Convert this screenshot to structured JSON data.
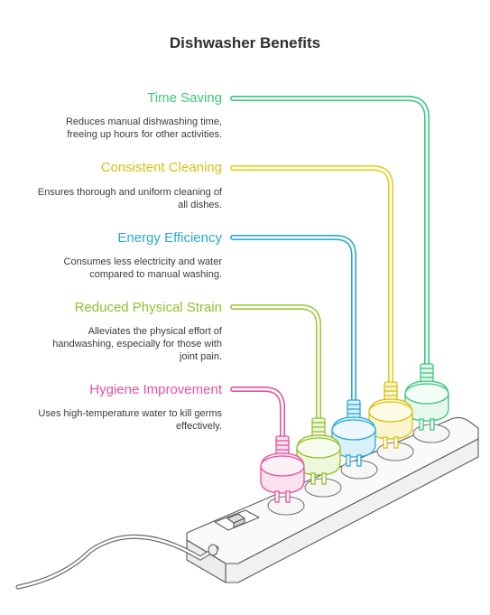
{
  "title": "Dishwasher Benefits",
  "benefits": [
    {
      "heading": "Time Saving",
      "desc_lines": [
        "Reduces manual dishwashing time,",
        "freeing up hours for other activities."
      ],
      "color": "#3cc77d"
    },
    {
      "heading": "Consistent Cleaning",
      "desc_lines": [
        "Ensures thorough and uniform cleaning of",
        "all dishes."
      ],
      "color": "#e6cd18"
    },
    {
      "heading": "Energy Efficiency",
      "desc_lines": [
        "Consumes less electricity and water",
        "compared to manual washing."
      ],
      "color": "#29a8d6"
    },
    {
      "heading": "Reduced Physical Strain",
      "desc_lines": [
        "Alleviates the physical effort of",
        "handwashing, especially for those with",
        "joint pain."
      ],
      "color": "#9cc83a"
    },
    {
      "heading": "Hygiene Improvement",
      "desc_lines": [
        "Uses high-temperature water to kill germs",
        "effectively."
      ],
      "color": "#e5519e"
    }
  ]
}
